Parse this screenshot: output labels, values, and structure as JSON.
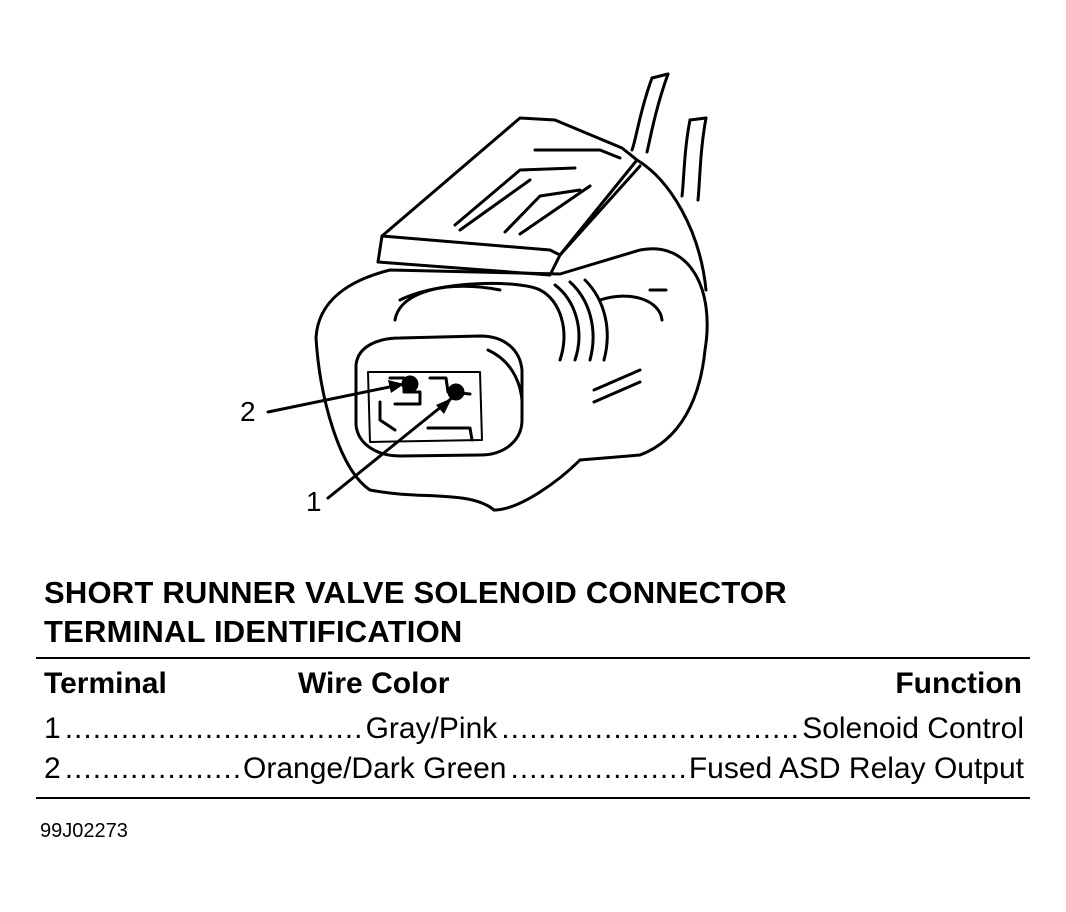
{
  "figure": {
    "callout_1": "1",
    "callout_2": "2"
  },
  "title": {
    "line1": "SHORT RUNNER VALVE SOLENOID CONNECTOR",
    "line2": "TERMINAL IDENTIFICATION"
  },
  "table": {
    "headers": {
      "terminal": "Terminal",
      "wire_color": "Wire Color",
      "function": "Function"
    },
    "rows": [
      {
        "terminal": "1",
        "wire_color": "Gray/Pink",
        "function": "Solenoid Control"
      },
      {
        "terminal": "2",
        "wire_color": "Orange/Dark Green",
        "function": "Fused ASD Relay Output"
      }
    ]
  },
  "reference_code": "99J02273"
}
